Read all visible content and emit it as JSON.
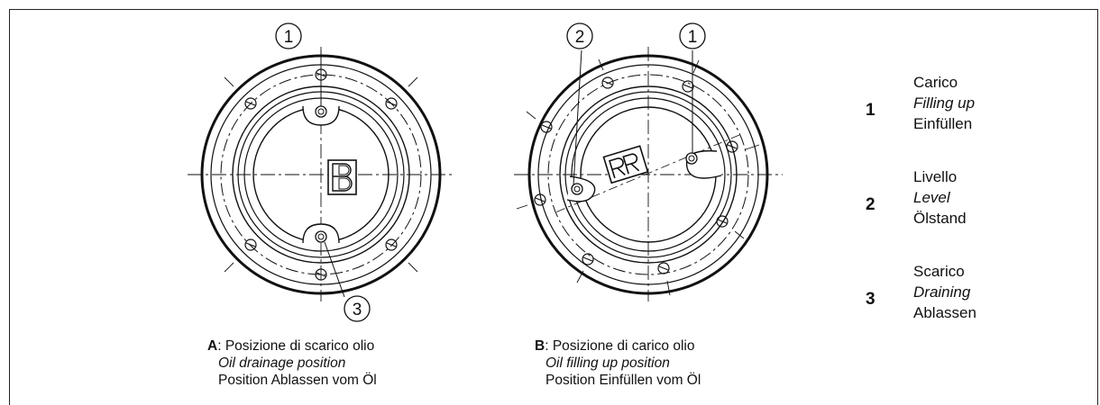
{
  "callouts": {
    "a_top": "1",
    "a_bottom": "3",
    "b_left": "2",
    "b_right": "1"
  },
  "captions": {
    "a": {
      "letter": "A",
      "line1": ": Posizione di scarico olio",
      "line2": "Oil drainage position",
      "line3": "Position Ablassen vom Öl"
    },
    "b": {
      "letter": "B",
      "line1": ": Posizione di carico olio",
      "line2": "Oil filling up position",
      "line3": "Position Einfüllen vom Öl"
    }
  },
  "legend": [
    {
      "num": "1",
      "it": "Carico",
      "en": "Filling up",
      "de": "Einfüllen"
    },
    {
      "num": "2",
      "it": "Livello",
      "en": "Level",
      "de": "Ölstand"
    },
    {
      "num": "3",
      "it": "Scarico",
      "en": "Draining",
      "de": "Ablassen"
    }
  ]
}
